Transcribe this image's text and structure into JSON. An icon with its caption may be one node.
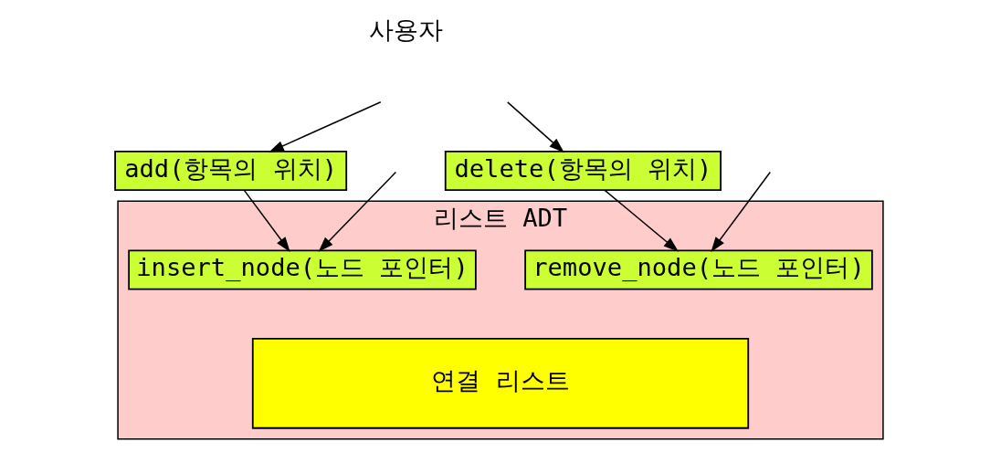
{
  "diagram": {
    "nodes": [
      {
        "text": [
          "리스트 ADT"
        ]
      },
      {
        "text": [
          "add(항목의 위치)"
        ]
      },
      {
        "text": [
          "delete(항목의 위치)"
        ]
      },
      {
        "text": [
          "insert_node(노드 포인터)"
        ],
        "in": 0
      },
      {
        "text": [
          "remove_node(노드 포인터)"
        ],
        "in": 0
      },
      {
        "text": [
          "연결 리스트"
        ],
        "in": 0
      }
    ],
    "edges": [
      {
        "from": null,
        "to": 1,
        "arrow": "to"
      },
      {
        "from": null,
        "to": 2,
        "arrow": "to"
      },
      {
        "from": 1,
        "to": 3,
        "arrow": "to"
      },
      {
        "from": 2,
        "to": 4,
        "arrow": "to"
      },
      {
        "from": null,
        "to": 3,
        "arrow": "to"
      },
      {
        "from": null,
        "to": 4,
        "arrow": "to"
      }
    ],
    "labels": [
      "사용자"
    ]
  }
}
